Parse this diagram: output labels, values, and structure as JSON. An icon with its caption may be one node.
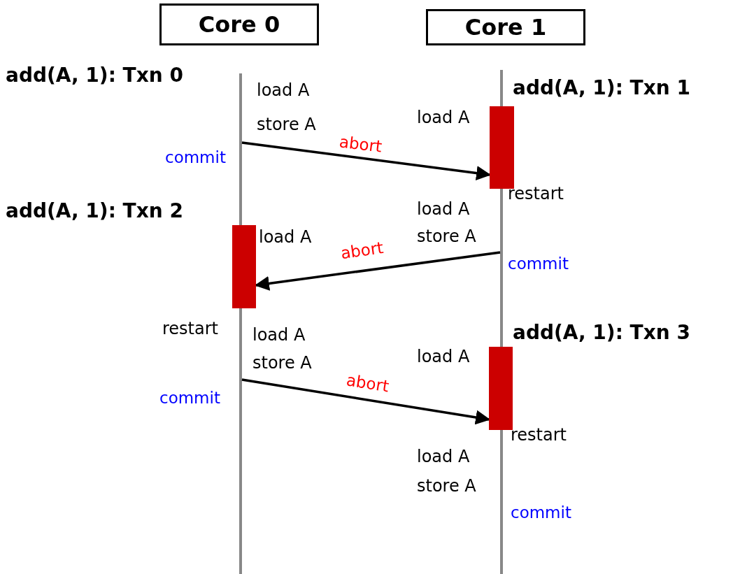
{
  "diagram": {
    "nodes": [
      {
        "text": [
          "Core 0"
        ]
      },
      {
        "text": [
          "Core 1"
        ]
      },
      {
        "text": [],
        "shape": "bar"
      },
      {
        "text": [],
        "shape": "bar"
      },
      {
        "text": [],
        "shape": "bar"
      }
    ],
    "edges": [
      {
        "from": null,
        "to": 2,
        "arrow": "to",
        "label": "abort"
      },
      {
        "from": null,
        "to": 3,
        "arrow": "to",
        "label": "abort"
      },
      {
        "from": null,
        "to": 4,
        "arrow": "to",
        "label": "abort"
      }
    ],
    "labels": [
      "add(A, 1): Txn 0",
      "load A",
      "add(A, 1): Txn 1",
      "load A",
      "store A",
      "commit",
      "restart",
      "add(A, 1): Txn 2",
      "load A",
      "load A",
      "store A",
      "commit",
      "restart",
      "load A",
      "add(A, 1): Txn 3",
      "store A",
      "load A",
      "commit",
      "restart",
      "load A",
      "store A",
      "commit"
    ]
  }
}
